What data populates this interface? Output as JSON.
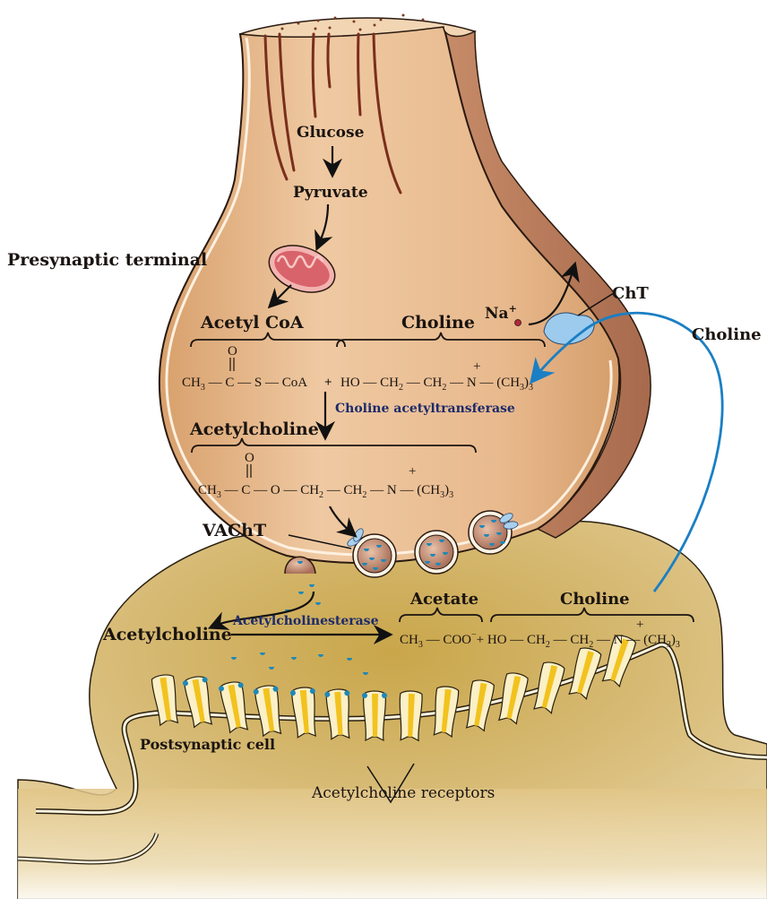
{
  "figure": {
    "labels": {
      "presynaptic_terminal": "Presynaptic terminal",
      "postsynaptic_cell": "Postsynaptic cell",
      "glucose": "Glucose",
      "pyruvate": "Pyruvate",
      "acetyl_coa": "Acetyl CoA",
      "choline_top": "Choline",
      "na_plus": "Na",
      "na_sup": "+",
      "cht": "ChT",
      "choline_outside": "Choline",
      "choline_acetyltransferase": "Choline acetyltransferase",
      "acetylcholine_inside": "Acetylcholine",
      "vacht": "VAChT",
      "acetylcholine_cleft": "Acetylcholine",
      "acetylcholinesterase": "Acetylcholinesterase",
      "acetate": "Acetate",
      "choline_bottom": "Choline",
      "acetylcholine_receptors": "Acetylcholine receptors"
    },
    "formulas": {
      "acetyl_coa": {
        "carbonyl_o": "O",
        "ch3": "CH",
        "sub3": "3",
        "c": "C",
        "s": "S",
        "coa": "CoA",
        "plus": "+"
      },
      "choline": {
        "ho": "HO",
        "ch2a": "CH",
        "ch2b": "CH",
        "sub2": "2",
        "n": "N",
        "nplus": "+",
        "ch33": "(CH",
        "sub3": "3",
        "close": ")",
        "sub3b": "3"
      },
      "acetylcholine": {
        "carbonyl_o": "O",
        "ch3": "CH",
        "c": "C",
        "o": "O",
        "ch2a": "CH",
        "ch2b": "CH",
        "n": "N",
        "nplus": "+",
        "ch33": "(CH",
        "close": ")"
      },
      "products": {
        "ch3": "CH",
        "coo": "COO",
        "minus": "−",
        "plus": "+",
        "ho": "HO",
        "ch2a": "CH",
        "ch2b": "CH",
        "n": "N",
        "nplus": "+",
        "ch33": "(CH",
        "close": ")"
      }
    },
    "colors": {
      "presynaptic_fill": "#e4b58a",
      "postsynaptic_fill": "#dcc283",
      "transporter_blue": "#1a7fc4",
      "enzyme_label": "#1c2a6b",
      "mitochondrion": "#d96a6e",
      "receptor_yellow": "#f2c21e"
    }
  }
}
